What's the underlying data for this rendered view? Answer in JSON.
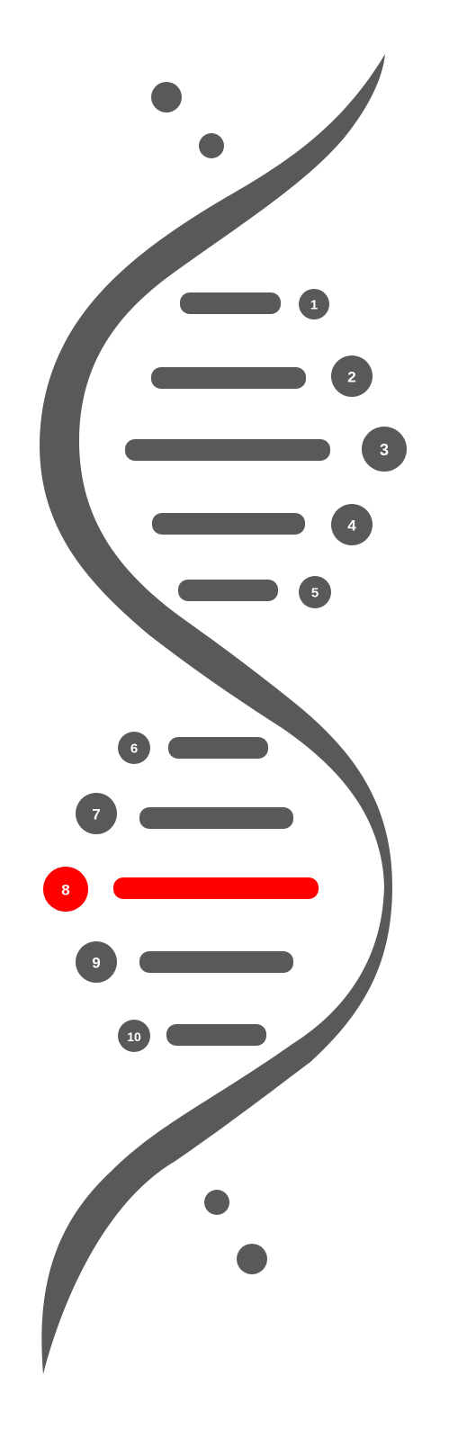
{
  "colors": {
    "default": "#595959",
    "highlight": "#ff0000",
    "number_text": "#ffffff"
  },
  "steps": [
    {
      "label": "1",
      "active": false
    },
    {
      "label": "2",
      "active": false
    },
    {
      "label": "3",
      "active": false
    },
    {
      "label": "4",
      "active": false
    },
    {
      "label": "5",
      "active": false
    },
    {
      "label": "6",
      "active": false
    },
    {
      "label": "7",
      "active": false
    },
    {
      "label": "8",
      "active": true
    },
    {
      "label": "9",
      "active": false
    },
    {
      "label": "10",
      "active": false
    }
  ]
}
